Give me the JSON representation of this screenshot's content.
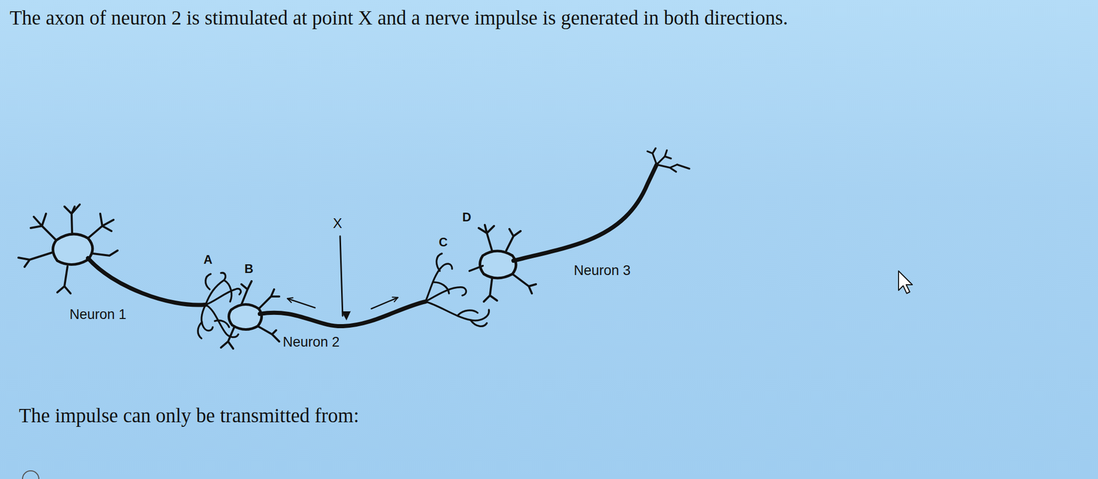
{
  "diagram": {
    "title": "The axon of neuron 2 is stimulated at point X and a nerve impulse is generated in both directions.",
    "caption": "The impulse can only be transmitted from:",
    "labels": [
      "A",
      "B",
      "X",
      "C",
      "D",
      "Neuron 1",
      "Neuron 2",
      "Neuron 3"
    ]
  }
}
